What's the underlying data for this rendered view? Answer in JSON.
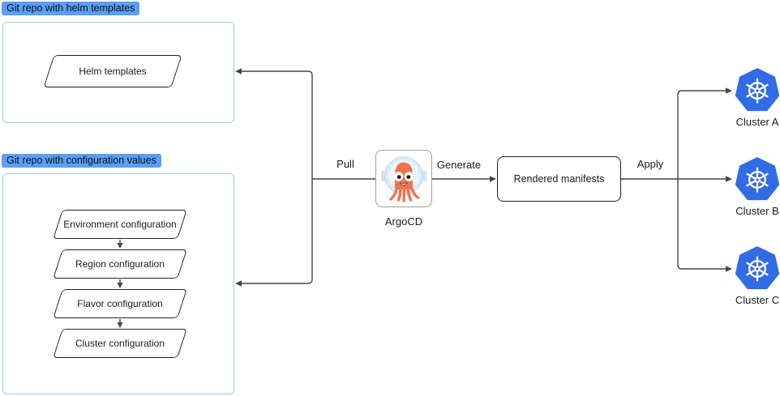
{
  "groups": [
    {
      "title": "Git repo with helm templates",
      "items": [
        "Helm templates"
      ]
    },
    {
      "title": "Git repo with configuration values",
      "items": [
        "Environment configuration",
        "Region configuration",
        "Flavor configuration",
        "Cluster configuration"
      ]
    }
  ],
  "nodes": {
    "argocd": {
      "label": "ArgoCD"
    },
    "rendered_manifests": {
      "label": "Rendered manifests"
    },
    "clusters": [
      {
        "label": "Cluster A"
      },
      {
        "label": "Cluster B"
      },
      {
        "label": "Cluster C"
      }
    ]
  },
  "edge_labels": {
    "pull": "Pull",
    "generate": "Generate",
    "apply": "Apply"
  },
  "icons": {
    "argocd": "argocd-octopus-icon",
    "cluster": "kubernetes-icon"
  },
  "colors": {
    "highlight_blue": "#5b9ff4",
    "group_border": "#9ec9f3",
    "line": "#454545",
    "k8s_blue": "#326CE5",
    "argo_orange": "#ee7450",
    "text": "#1b1b1b"
  }
}
